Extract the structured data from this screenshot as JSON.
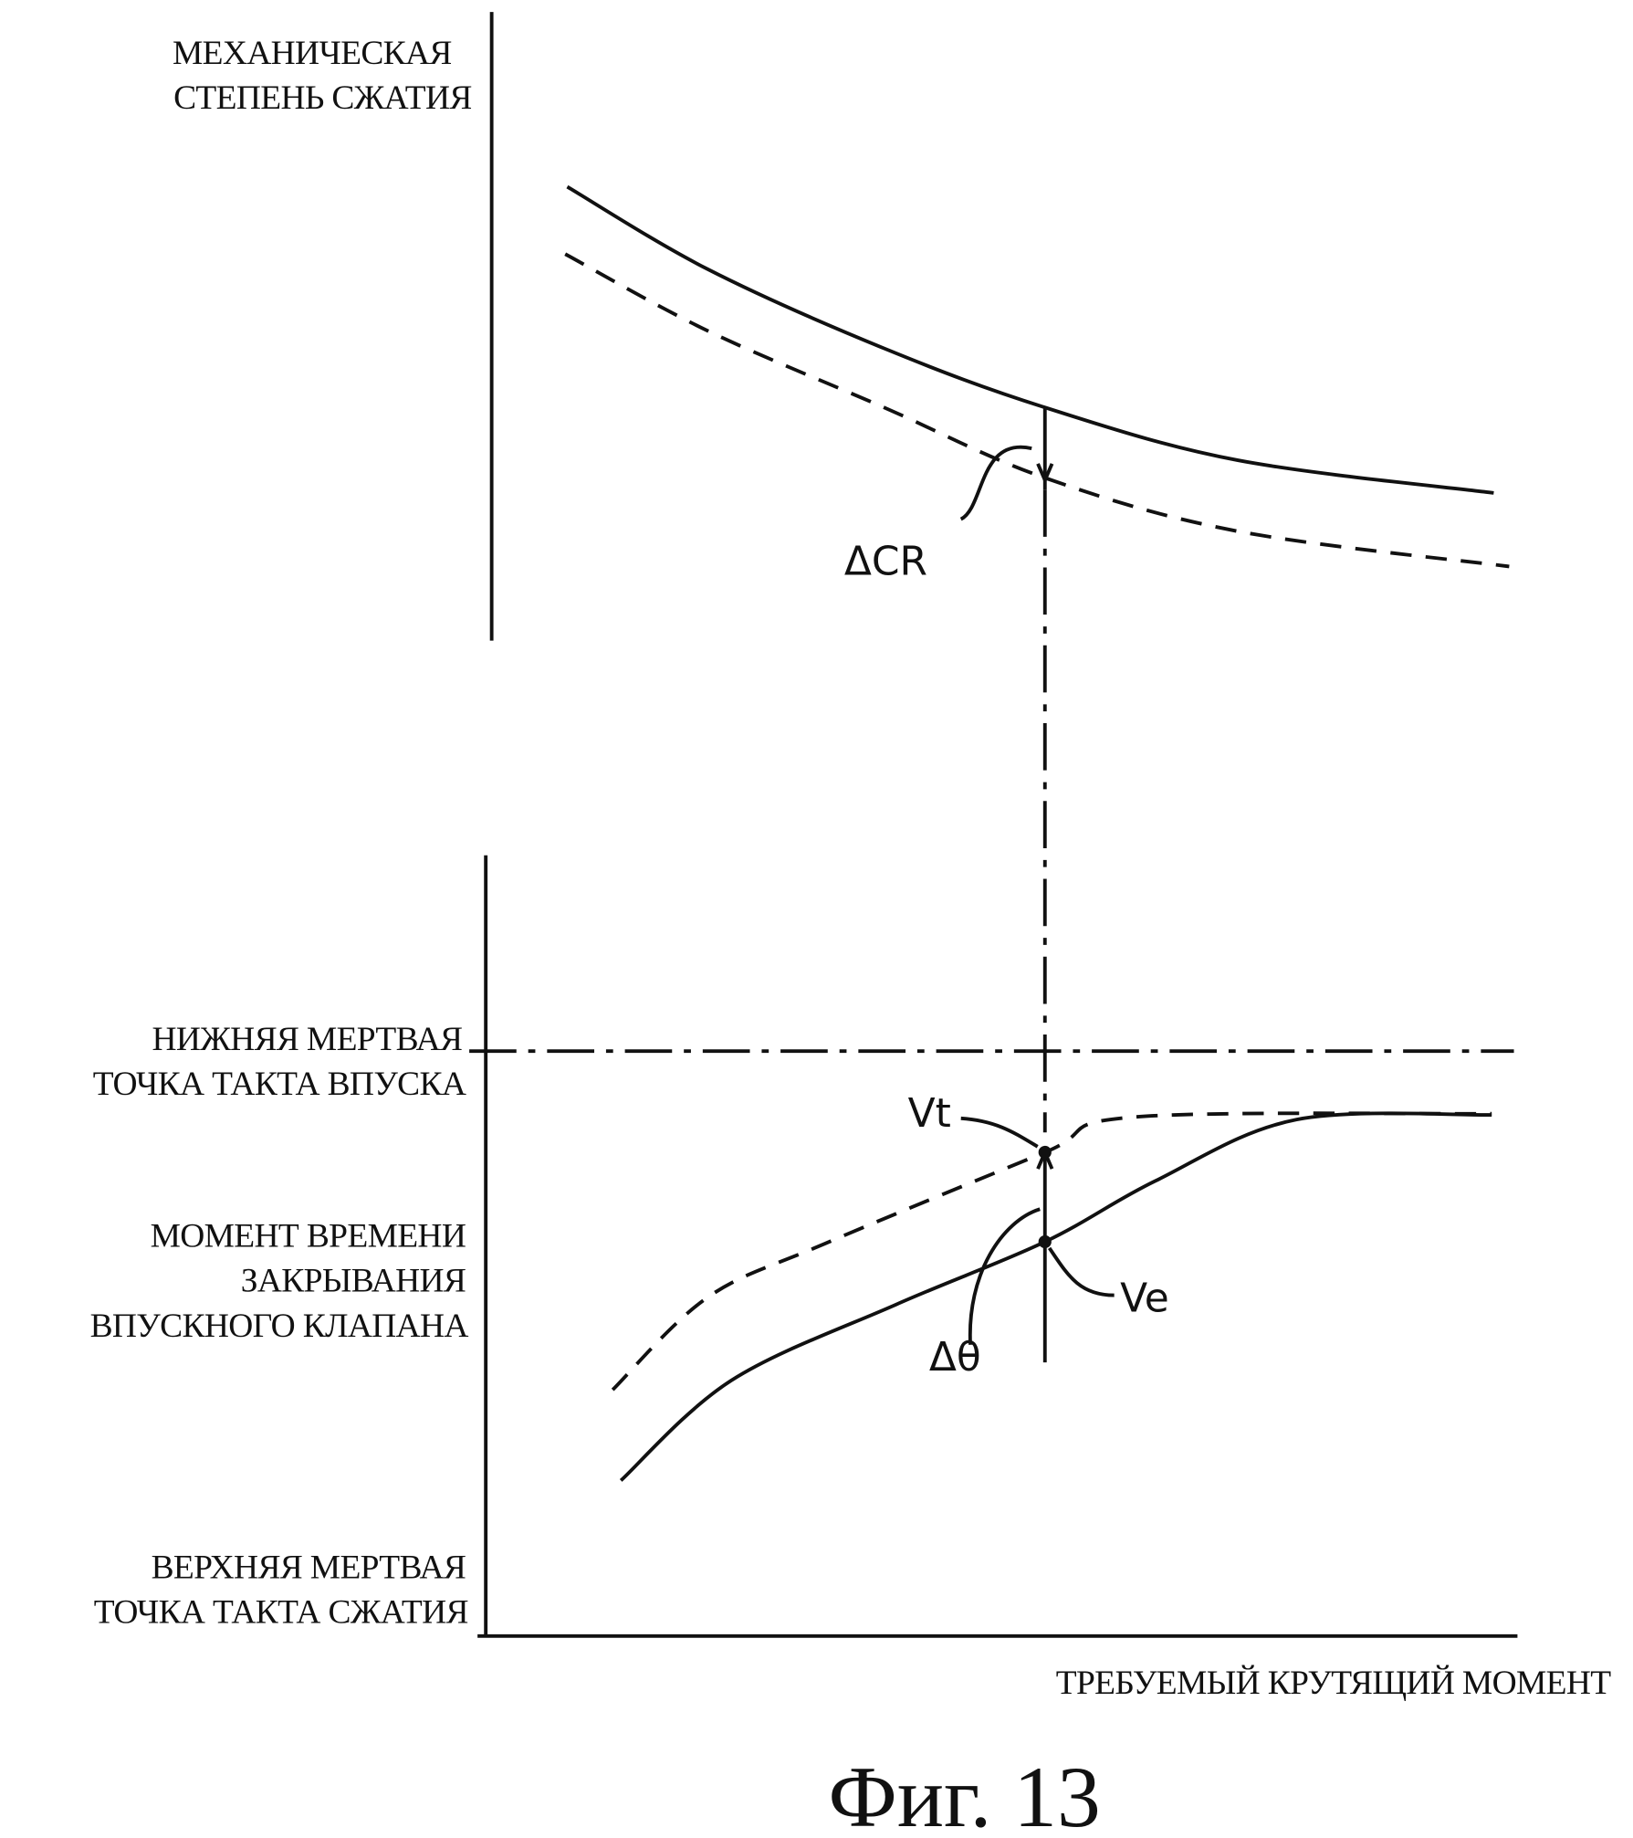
{
  "chart_data": {
    "type": "line",
    "figure_caption": "Фиг. 13",
    "xlabel": "ТРЕБУЕМЫЙ КРУТЯЩИЙ МОМЕНТ",
    "panels": [
      {
        "ylabel": [
          "МЕХАНИЧЕСКАЯ",
          "СТЕПЕНЬ СЖАТИЯ"
        ],
        "series": [
          {
            "name": "solid",
            "style": "solid",
            "x": [
              0.079,
              0.215,
              0.386,
              0.542,
              0.729,
              0.977
            ],
            "y": [
              0.722,
              0.591,
              0.465,
              0.371,
              0.287,
              0.235
            ]
          },
          {
            "name": "dashed",
            "style": "dashed",
            "x": [
              0.077,
              0.215,
              0.386,
              0.542,
              0.729,
              0.992
            ],
            "y": [
              0.615,
              0.493,
              0.371,
              0.259,
              0.174,
              0.118
            ]
          }
        ],
        "annotation": "ΔCR"
      },
      {
        "ylabel": [
          "МОМЕНТ ВРЕМЕНИ",
          "ЗАКРЫВАНИЯ",
          "ВПУСКНОГО КЛАПАНА"
        ],
        "ytick_top": [
          "НИЖНЯЯ МЕРТВАЯ",
          "ТОЧКА ТАКТА ВПУСКА"
        ],
        "ytick_bottom": [
          "ВЕРХНЯЯ МЕРТВАЯ",
          "ТОЧКА ТАКТА СЖАТИЯ"
        ],
        "ylim": [
          0,
          1
        ],
        "series": [
          {
            "name": "dashed",
            "style": "dashed",
            "x": [
              0.123,
              0.215,
              0.329,
              0.542,
              0.626,
              0.975
            ],
            "y": [
              0.421,
              0.579,
              0.671,
              0.827,
              0.887,
              0.893
            ]
          },
          {
            "name": "solid",
            "style": "solid",
            "x": [
              0.131,
              0.238,
              0.398,
              0.542,
              0.649,
              0.786,
              0.975
            ],
            "y": [
              0.266,
              0.437,
              0.567,
              0.674,
              0.778,
              0.883,
              0.891
            ]
          }
        ],
        "points": [
          {
            "label": "Vt",
            "x": 0.542,
            "y": 0.827
          },
          {
            "label": "Ve",
            "x": 0.542,
            "y": 0.674
          }
        ],
        "annotation": "Δθ"
      }
    ],
    "marker_x": 0.542
  }
}
